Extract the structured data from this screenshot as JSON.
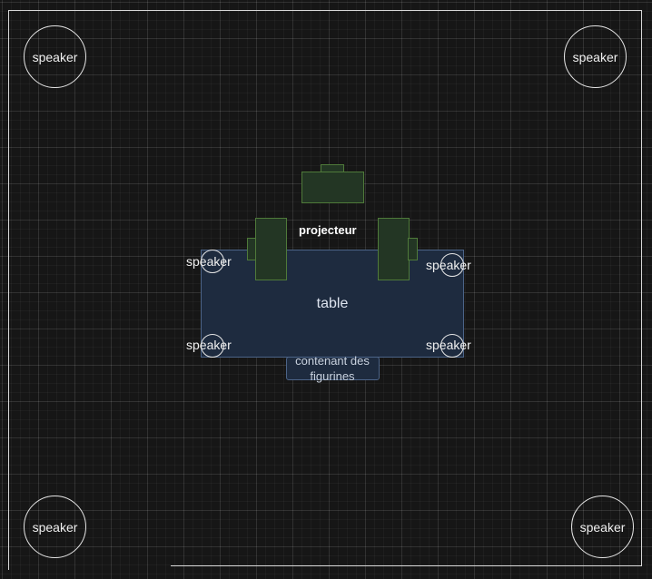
{
  "colors": {
    "background": "#161616",
    "wall": "#d8d8d8",
    "table_fill": "#1e2b3f",
    "table_stroke": "#4c6488",
    "projector_fill": "#233624",
    "projector_stroke": "#4f7a3a",
    "text": "#f0f0f0"
  },
  "speakers": {
    "corner_top_left": "speaker",
    "corner_top_right": "speaker",
    "corner_bottom_left": "speaker",
    "corner_bottom_right": "speaker",
    "table_top_left": "speaker",
    "table_top_right": "speaker",
    "table_bottom_left": "speaker",
    "table_bottom_right": "speaker"
  },
  "table": {
    "label": "table"
  },
  "container": {
    "label": "contenant des figurines"
  },
  "projector": {
    "label": "projecteur"
  }
}
